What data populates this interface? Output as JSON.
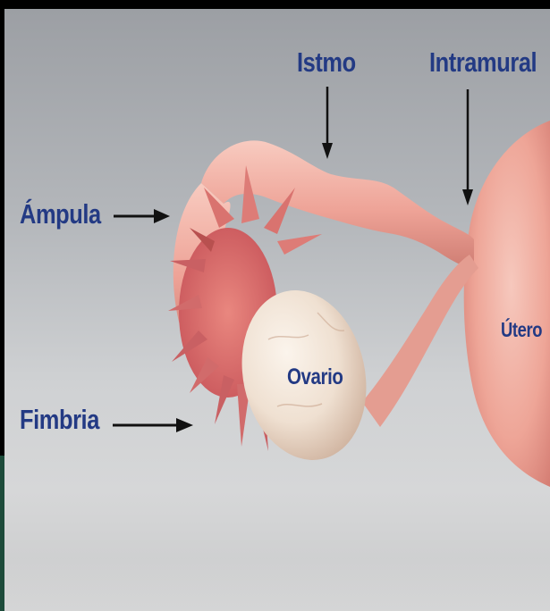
{
  "labels": {
    "istmo": "Istmo",
    "intramural": "Intramural",
    "ampula": "Ámpula",
    "fimbria": "Fimbria",
    "ovario": "Ovario",
    "utero": "Útero"
  },
  "colors": {
    "label_text": "#233a84",
    "tissue_pink": "#e89a99",
    "ovary_cream": "#efe3d6",
    "background_gray": "#c4c6c9"
  }
}
